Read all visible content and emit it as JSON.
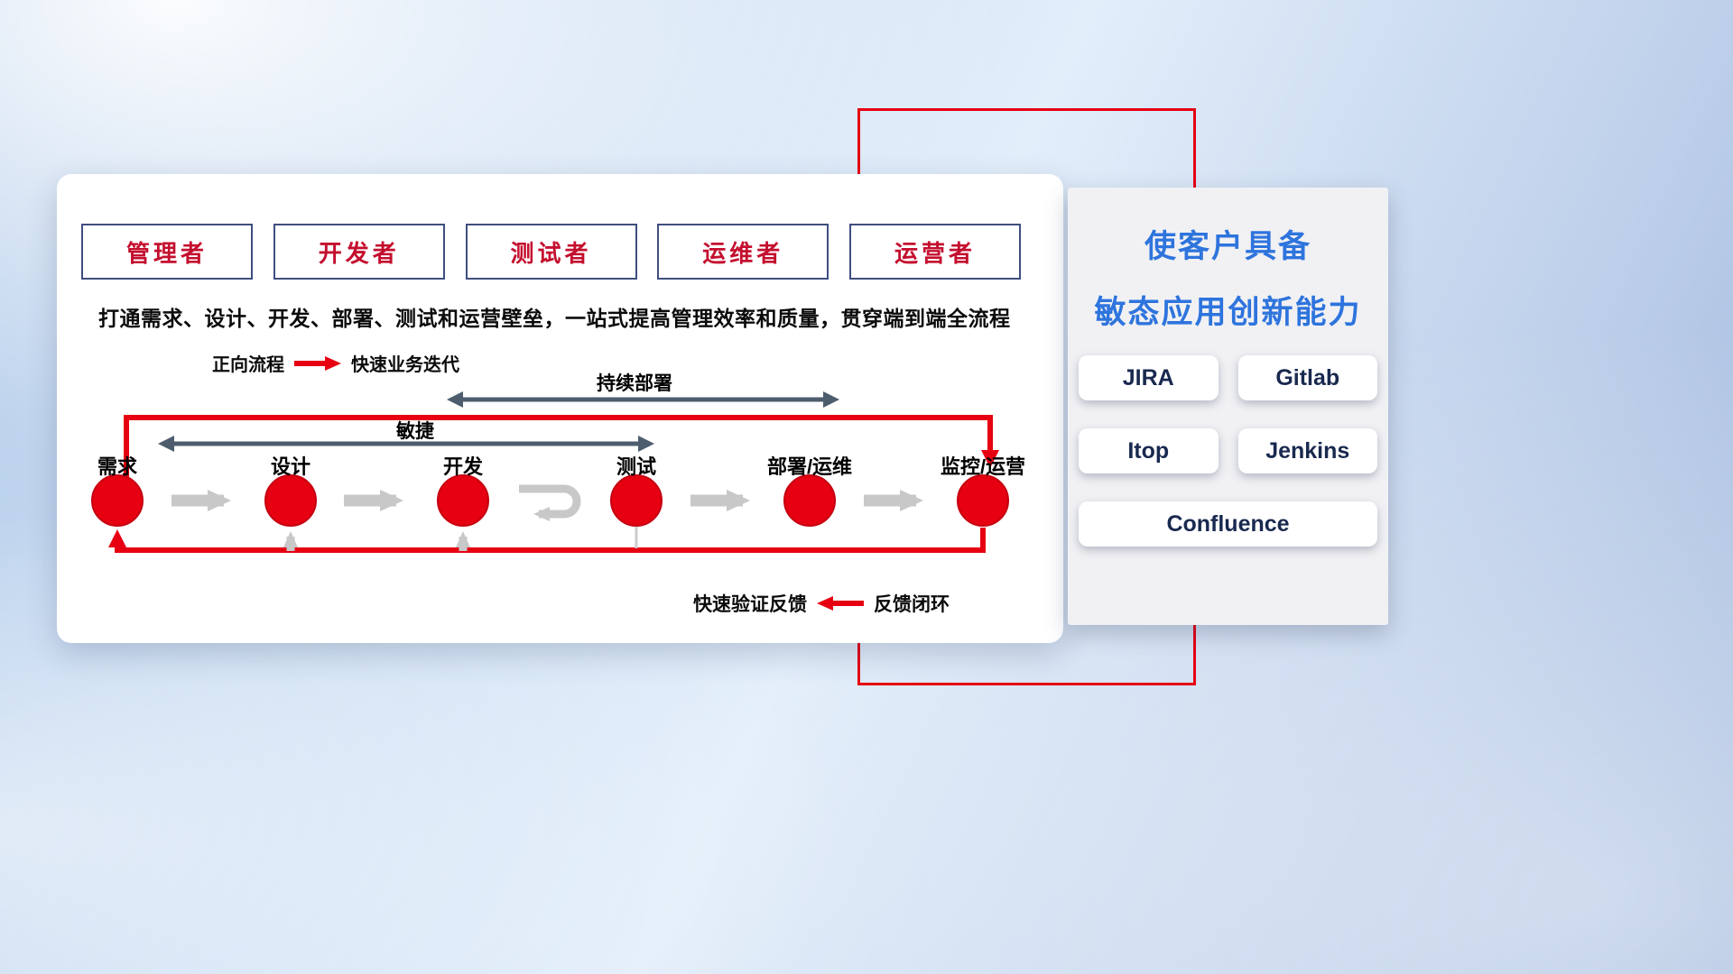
{
  "card": {
    "roles": [
      {
        "label": "管理者"
      },
      {
        "label": "开发者"
      },
      {
        "label": "测试者"
      },
      {
        "label": "运维者"
      },
      {
        "label": "运营者"
      }
    ],
    "description": "打通需求、设计、开发、部署、测试和运营壁垒，一站式提高管理效率和质量，贯穿端到端全流程",
    "forward_legend": {
      "label": "正向流程",
      "value": "快速业务迭代"
    },
    "feedback_legend": {
      "label": "快速验证反馈",
      "value": "反馈闭环"
    },
    "flow": {
      "stages": [
        {
          "label": "需求"
        },
        {
          "label": "设计"
        },
        {
          "label": "开发"
        },
        {
          "label": "测试"
        },
        {
          "label": "部署/运维"
        },
        {
          "label": "监控/运营"
        }
      ],
      "agile_label": "敏捷",
      "continuous_deploy_label": "持续部署"
    }
  },
  "panel": {
    "title_line1": "使客户具备",
    "title_line2": "敏态应用创新能力",
    "tools": [
      {
        "name": "JIRA"
      },
      {
        "name": "Gitlab"
      },
      {
        "name": "Itop"
      },
      {
        "name": "Jenkins"
      },
      {
        "name": "Confluence"
      }
    ]
  },
  "colors": {
    "accent_red": "#e60012",
    "role_text_red": "#c40f2e",
    "role_border_navy": "#3f4e7e",
    "dark_arrow": "#4e5d6e",
    "gray_arrow": "#c8c8c8",
    "panel_title_blue": "#2e74dd",
    "tool_text_navy": "#19294f"
  }
}
